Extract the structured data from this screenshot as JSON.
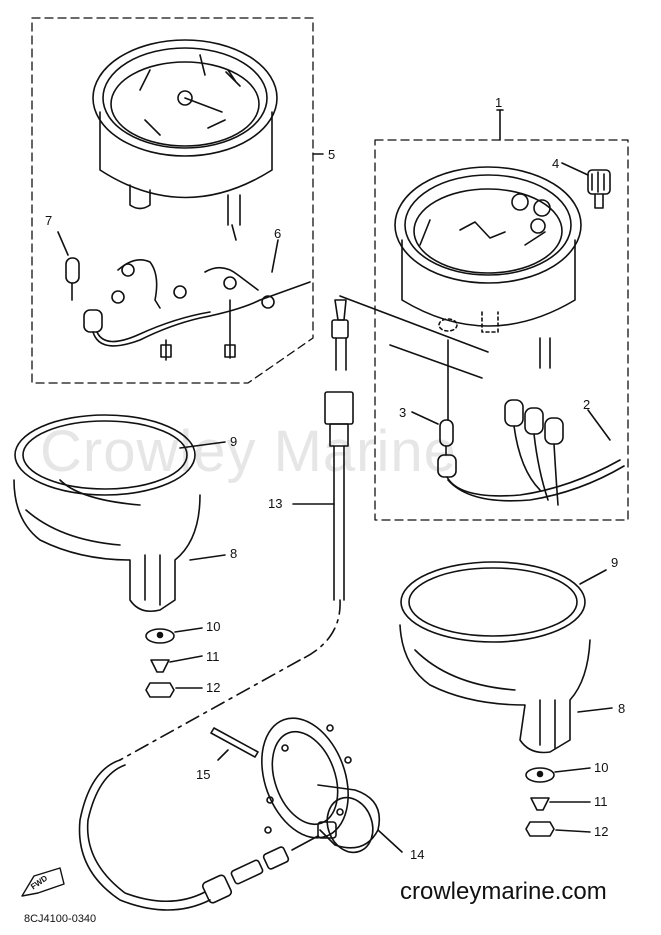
{
  "watermark": "Crowley Marine",
  "site": "crowleymarine.com",
  "drawing_code": "8CJ4100-0340",
  "fwd_label": "FWD",
  "callouts": {
    "c1": "1",
    "c2": "2",
    "c3": "3",
    "c4": "4",
    "c5": "5",
    "c6": "6",
    "c7": "7",
    "c8a": "8",
    "c8b": "8",
    "c9a": "9",
    "c9b": "9",
    "c10a": "10",
    "c10b": "10",
    "c11a": "11",
    "c11b": "11",
    "c12a": "12",
    "c12b": "12",
    "c13": "13",
    "c14": "14",
    "c15": "15"
  }
}
